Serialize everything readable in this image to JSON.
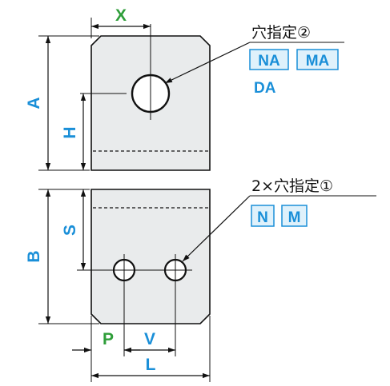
{
  "colors": {
    "part_fill": "#e9ebec",
    "outline": "#111111",
    "blue_label": "#1a8fd8",
    "green_label": "#2f9e3a",
    "code_box_fill": "#dff1fb",
    "code_box_border": "#1a8fd8"
  },
  "dimensions": {
    "x": "X",
    "a": "A",
    "h": "H",
    "b": "B",
    "s": "S",
    "p": "P",
    "v": "V",
    "l": "L"
  },
  "callouts": {
    "top_hole": {
      "label": "穴指定②",
      "codes": [
        "NA",
        "MA"
      ],
      "extra_code": "DA"
    },
    "bottom_holes": {
      "label": "2×穴指定①",
      "codes": [
        "N",
        "M"
      ]
    }
  }
}
